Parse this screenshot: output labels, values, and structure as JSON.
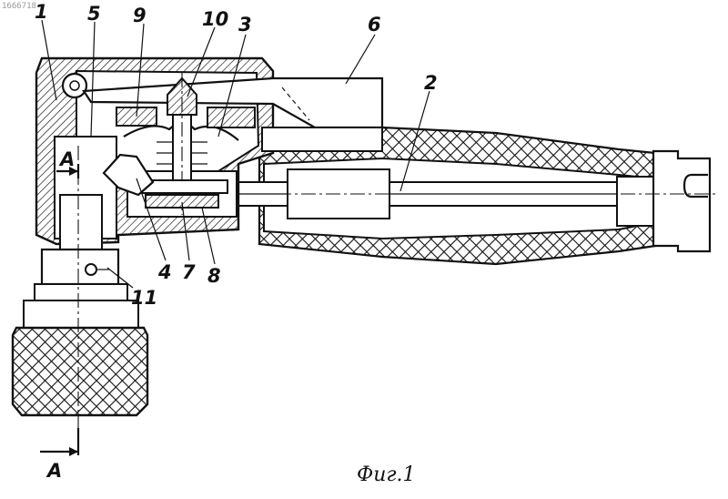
{
  "doc_number": "1666718",
  "figure_caption": "Фиг.1",
  "section_marks": {
    "top": "A",
    "bottom": "A"
  },
  "part_labels": {
    "p1": "1",
    "p2": "2",
    "p3": "3",
    "p4": "4",
    "p5": "5",
    "p6": "6",
    "p7": "7",
    "p8": "8",
    "p9": "9",
    "p10": "10",
    "p11": "11"
  }
}
